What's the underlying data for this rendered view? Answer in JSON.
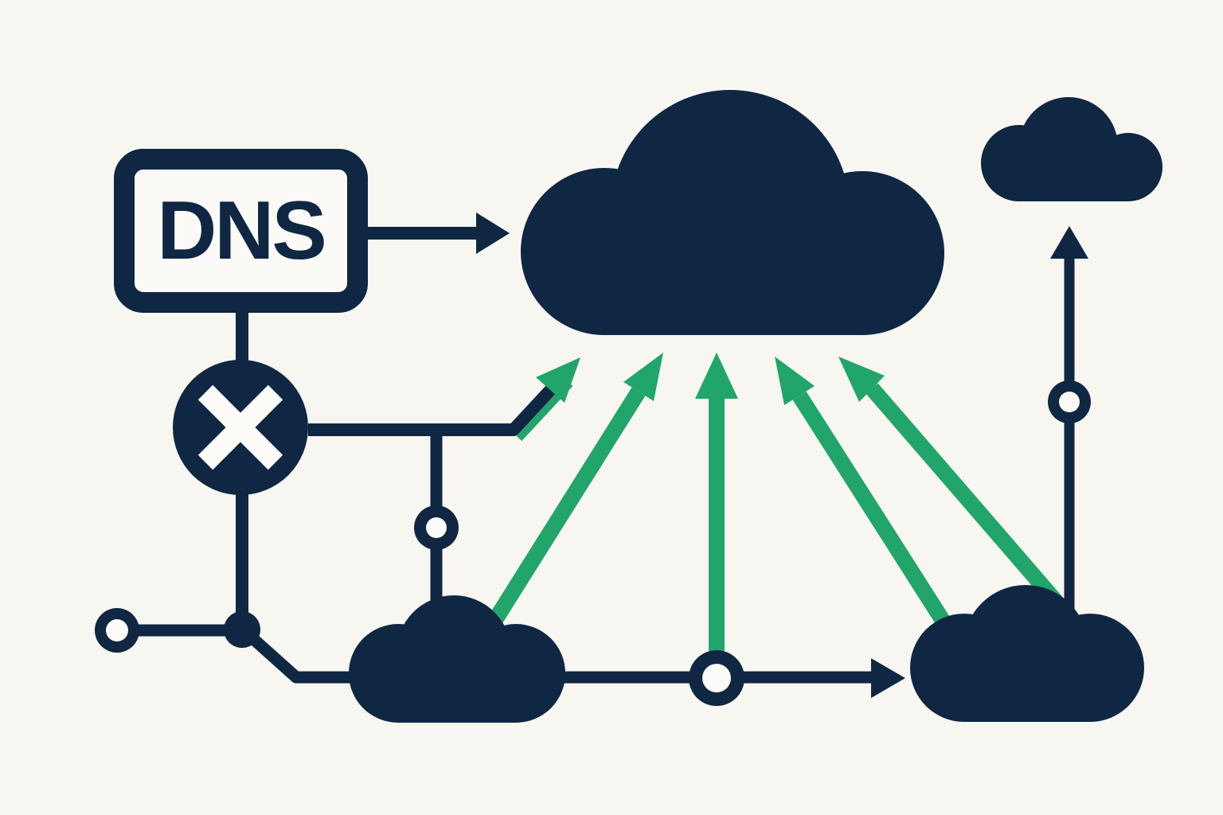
{
  "title": "DNS cloud network illustration",
  "dns_box": {
    "label": "DNS"
  },
  "colors": {
    "navy": "#0f2742",
    "green": "#21a56b",
    "bg": "#f8f6f1",
    "paper": "#fbfaf6",
    "white": "#fdfcf9"
  },
  "icons": {
    "dns_box": "dns-server-box",
    "blocked_node": "x-circle-icon",
    "main_cloud": "main-cloud-icon",
    "small_cloud": "small-cloud-icon",
    "left_cloud": "left-cloud-icon",
    "right_cloud": "right-cloud-icon",
    "nodes": [
      "ring-node-left",
      "junction-dot",
      "ring-node-mid",
      "ring-node-center",
      "ring-node-right"
    ],
    "arrows": [
      "dns-to-cloud-arrow",
      "bent-green-arrow",
      "green-arrow-left",
      "green-arrow-vertical",
      "green-arrow-right-inner",
      "green-arrow-right-outer",
      "bottom-right-arrow",
      "up-arrow-to-small-cloud"
    ]
  }
}
